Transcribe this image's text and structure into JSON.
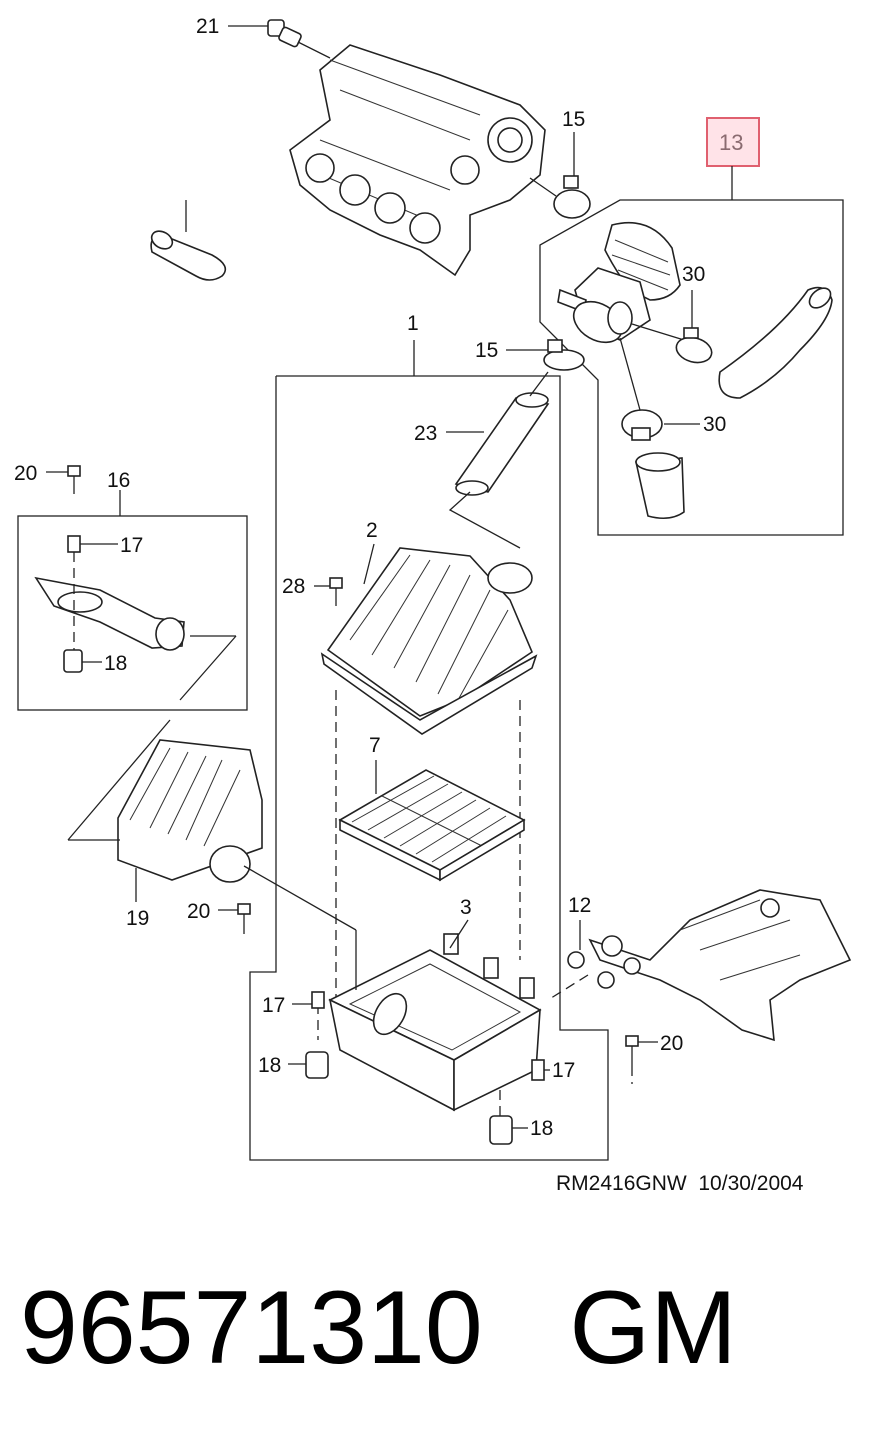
{
  "diagram": {
    "reference_code": "RM2416GNW",
    "date": "10/30/2004",
    "highlighted_callout": "13",
    "callouts": {
      "c21": "21",
      "c15_top": "15",
      "c13": "13",
      "c30_top": "30",
      "c1": "1",
      "c15_mid": "15",
      "c23": "23",
      "c30_mid": "30",
      "c20_left": "20",
      "c16": "16",
      "c17_left": "17",
      "c18_left": "18",
      "c28": "28",
      "c2": "2",
      "c7": "7",
      "c3": "3",
      "c19": "19",
      "c20_mid": "20",
      "c12": "12",
      "c17_bottom_left": "17",
      "c18_bottom_left": "18",
      "c17_bottom_right": "17",
      "c18_bottom": "18",
      "c20_right": "20"
    }
  },
  "product": {
    "part_number": "96571310",
    "brand": "GM"
  }
}
